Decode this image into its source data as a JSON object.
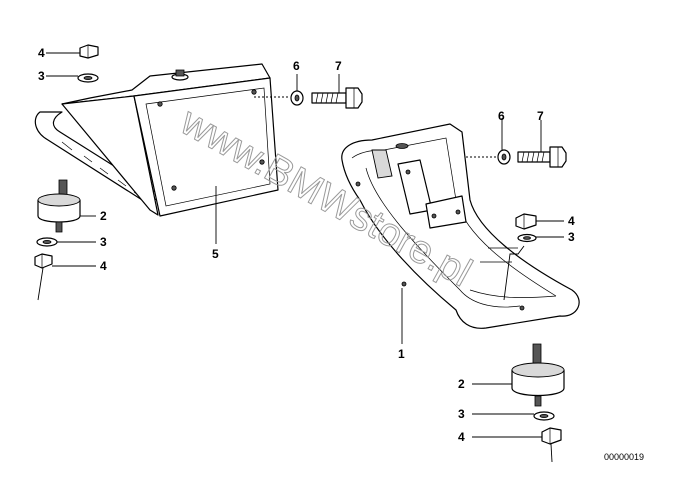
{
  "diagram": {
    "callouts": {
      "left_nut_top": "4",
      "left_washer_top": "3",
      "left_mount": "2",
      "left_washer_bottom": "3",
      "left_nut_bottom": "4",
      "left_bracket": "5",
      "left_washer_bolt": "6",
      "left_bolt": "7",
      "right_washer_bolt": "6",
      "right_bolt": "7",
      "right_nut_top": "4",
      "right_washer_top": "3",
      "right_bracket": "1",
      "right_mount": "2",
      "right_washer_bottom": "3",
      "right_nut_bottom": "4"
    },
    "watermark": "www.BMWstore.pl",
    "document_number": "00000019"
  },
  "colors": {
    "line": "#000000",
    "background": "#ffffff",
    "watermark": "#9a9a9a"
  }
}
